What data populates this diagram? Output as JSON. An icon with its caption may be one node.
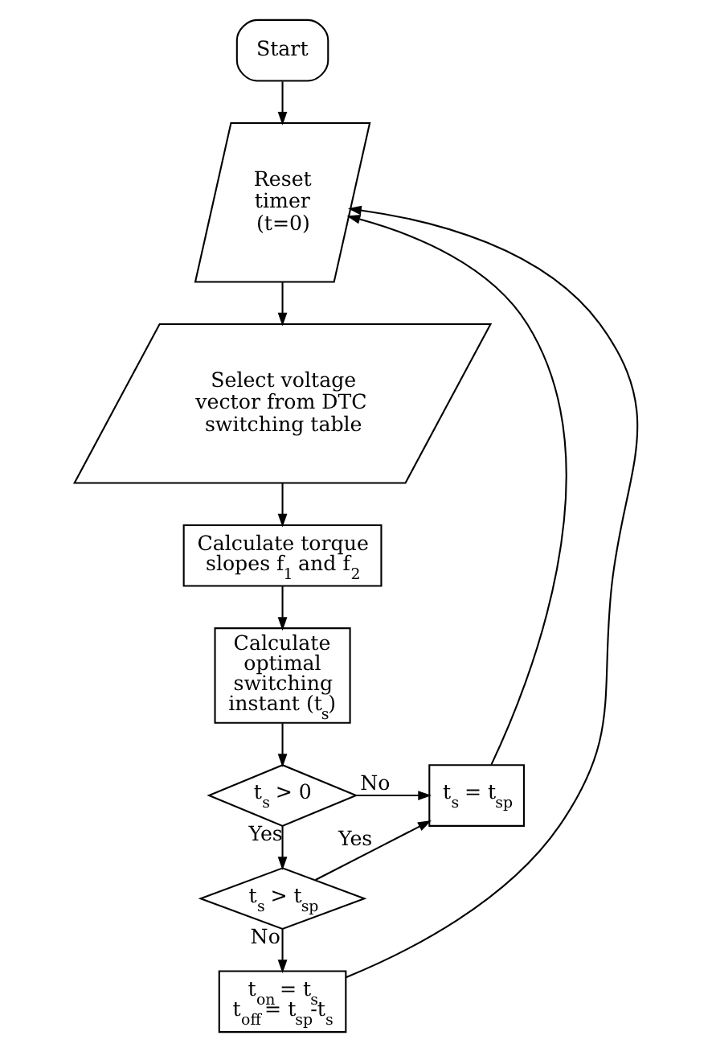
{
  "diagram": {
    "nodes": [
      {
        "text": [
          "Start"
        ]
      },
      {
        "text": [
          "Reset timer (t=0)"
        ]
      },
      {
        "text": [
          "Select voltage vector from DTC switching table"
        ]
      },
      {
        "text": [
          "Calculate torque slopes f$_{1}$ and f$_{2}$"
        ]
      },
      {
        "text": [
          "Calculate optimal switching instant (t$_{s}$)"
        ]
      },
      {
        "text": [
          "t$_{s}$ > 0"
        ]
      },
      {
        "text": [
          "t$_{s}$ = t$_{sp}$"
        ]
      },
      {
        "text": [
          "t$_{s}$ > t$_{sp}$"
        ]
      },
      {
        "text": [
          "t$_{on}$ = t$_{s}$",
          "t$_{off}$ = t$_{sp}$-t$_{s}$"
        ]
      }
    ],
    "edges": [
      {
        "from": 0,
        "to": 1,
        "arrow": "to"
      },
      {
        "from": 1,
        "to": 2,
        "arrow": "to"
      },
      {
        "from": 2,
        "to": 3,
        "arrow": "to"
      },
      {
        "from": 3,
        "to": 4,
        "arrow": "to"
      },
      {
        "from": 4,
        "to": 5,
        "arrow": "to"
      },
      {
        "from": 5,
        "to": 6,
        "arrow": "to",
        "label": "No"
      },
      {
        "from": 5,
        "to": 7,
        "arrow": "to",
        "label": "Yes"
      },
      {
        "from": 7,
        "to": 6,
        "arrow": "to",
        "label": "Yes"
      },
      {
        "from": 7,
        "to": 8,
        "arrow": "to",
        "label": "No"
      },
      {
        "from": 6,
        "to": 1,
        "arrow": "to"
      },
      {
        "from": 8,
        "to": 1,
        "arrow": "to"
      }
    ]
  }
}
